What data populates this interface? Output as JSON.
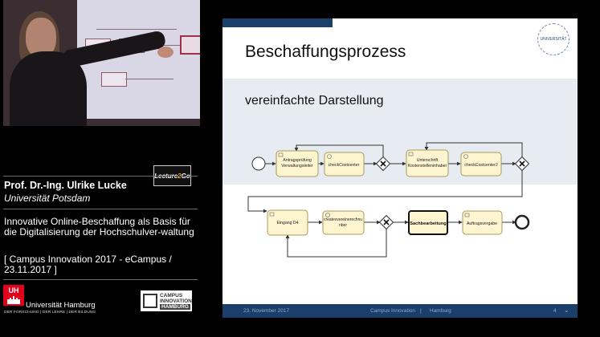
{
  "speaker": {
    "name": "Prof. Dr.-Ing. Ulrike Lucke",
    "university": "Universität Potsdam"
  },
  "talk": {
    "title": "Innovative Online-Beschaffung als Basis für die Digitalisierung der Hochschulver-waltung",
    "event": "[ Campus Innovation 2017 - eCampus / 23.11.2017 ]"
  },
  "logos": {
    "lecture2go": {
      "prefix": "Lecture",
      "accent": "2",
      "suffix": "Go"
    },
    "uh": {
      "abbr": "UH",
      "name": "Universität Hamburg",
      "motto": "DER FORSCHUNG | DER LEHRE | DER BILDUNG"
    },
    "campus_innovation": {
      "line1": "CAMPUS",
      "line2": "INNOVATION",
      "line3": "HAMBURG"
    }
  },
  "slide": {
    "title": "Beschaffungsprozess",
    "subtitle": "vereinfachte Darstellung",
    "tasks": {
      "antrag_line1": "Antragsprüfung",
      "antrag_line2": "Verwaltungsleiter",
      "check1": "checkCostcenter",
      "unterschrift_line1": "Unterschrift",
      "unterschrift_line2": "Kostenstelleninhaber",
      "check2": "checkCostcenter2",
      "eingang": "Eingang D4",
      "create_line1": "createsvereinerechnu",
      "create_line2": "nber",
      "sachbearbeitung": "Sachbearbeitung",
      "auftragsvergabe": "Auftragsvergabe"
    },
    "footer": {
      "date": "23. November 2017",
      "event": "Campus Innovation",
      "place": "Hamburg",
      "page": "4"
    }
  },
  "colors": {
    "slide_navy": "#1b3f6b",
    "task_fill": "#fdf4d0",
    "task_border": "#a89a5a",
    "uh_red": "#e2001a"
  }
}
